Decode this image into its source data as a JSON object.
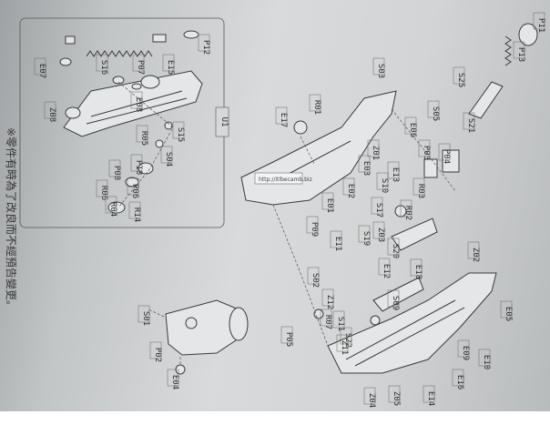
{
  "diagram": {
    "type": "exploded-parts-diagram",
    "watermark": "http://itlbecamb.biz",
    "note": "※零件有時為了改良而不經預告變更。",
    "inset_label": "U1",
    "labels": [
      "P12",
      "E07",
      "S16",
      "P07",
      "E15",
      "Z08",
      "E08",
      "S15",
      "R05",
      "S04",
      "P10",
      "P08",
      "R06",
      "P06",
      "R04",
      "R14",
      "P11",
      "P13",
      "S25",
      "R01",
      "E17",
      "S05",
      "S03",
      "E06",
      "S21",
      "P03",
      "Z01",
      "P04",
      "R03",
      "R02",
      "Z03",
      "E03",
      "E02",
      "E01",
      "P09",
      "S10",
      "E13",
      "S17",
      "S19",
      "S20",
      "E11",
      "E12",
      "S01",
      "P02",
      "E04",
      "Z02",
      "E05",
      "S02",
      "Z12",
      "R07",
      "S11",
      "S22",
      "P05",
      "Z11",
      "S09",
      "Z04",
      "Z05",
      "E14",
      "E16",
      "E09",
      "E10",
      "E18"
    ]
  },
  "colors": {
    "paper": "#d2d4d5",
    "paper_shadow": "#9ea2a4",
    "ink": "#3a3a3a",
    "border": "#ffffff"
  }
}
